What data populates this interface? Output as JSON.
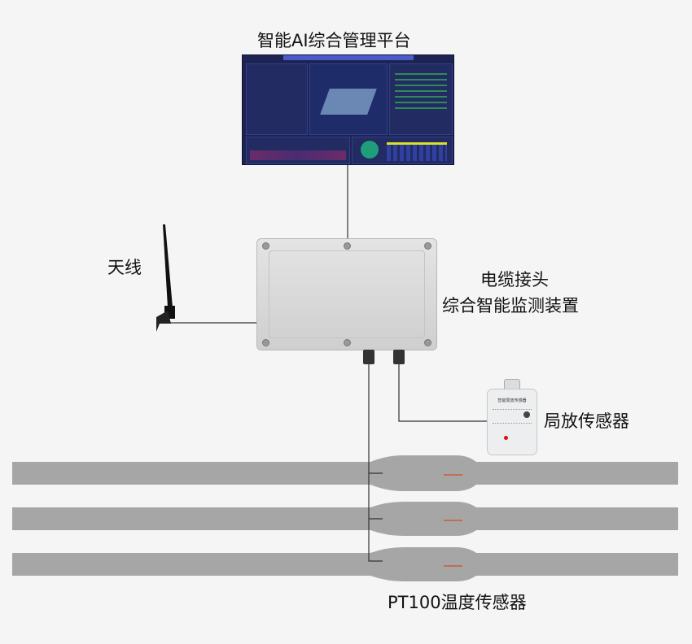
{
  "labels": {
    "platform": "智能AI综合管理平台",
    "antenna": "天线",
    "device_line1": "电缆接头",
    "device_line2": "综合智能监测装置",
    "pd_sensor": "局放传感器",
    "pt100": "PT100温度传感器",
    "pd_sensor_panel_text": "智能局放传感器"
  },
  "colors": {
    "screen_bg": "#1d2452",
    "cable": "#a6a6a6",
    "line": "#333333",
    "indicator": "#e01010"
  }
}
